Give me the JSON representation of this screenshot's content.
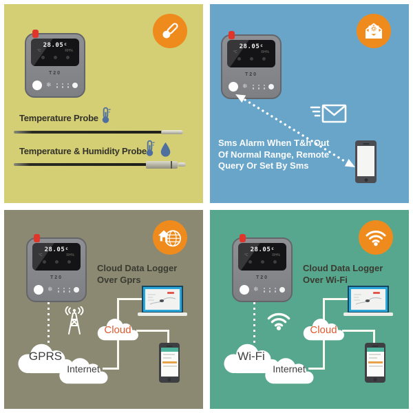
{
  "device": {
    "model": "T20",
    "reading": "28.05",
    "unit": "c",
    "sub_left": "°C",
    "sub_right": "RH%"
  },
  "probes_panel": {
    "bg": "#d4ce74",
    "row1_label": "Temperature Probe",
    "row2_label": "Temperature & Humidity Probe"
  },
  "sms_panel": {
    "bg": "#68a5c9",
    "line1": "Sms Alarm When T&h Out",
    "line2": "Of Normal Range, Remote",
    "line3": "Query Or Set By Sms"
  },
  "gprs_panel": {
    "bg": "#8b8972",
    "title1": "Cloud Data Logger",
    "title2": "Over Gprs",
    "network_cloud": "GPRS",
    "internet_cloud": "Internet",
    "cloud_cloud": "Cloud"
  },
  "wifi_panel": {
    "bg": "#57a78e",
    "title1": "Cloud Data Logger",
    "title2": "Over Wi-Fi",
    "network_cloud": "Wi-Fi",
    "internet_cloud": "Internet",
    "cloud_cloud": "Cloud"
  },
  "icons": {
    "badge_probes": "thermometer",
    "badge_sms": "open-envelope-alert",
    "badge_gprs": "globe-home",
    "badge_wifi": "wifi",
    "probe_thermometer": "thermometer",
    "probe_droplet": "water-drop",
    "sms_flying": "envelope-with-speed-lines",
    "gprs_tower": "cell-tower",
    "wifi_signal": "wifi",
    "device_snowflake": "❄"
  },
  "colors": {
    "accent_orange": "#ef8b1d",
    "cloud_label_orange": "#e0592c",
    "heading_dark": "#3a3a31",
    "connector_white": "#fafaf3",
    "device_gray": "#88898d",
    "led_red": "#e0352b",
    "laptop_bezel_blue": "#2ba6d8"
  }
}
